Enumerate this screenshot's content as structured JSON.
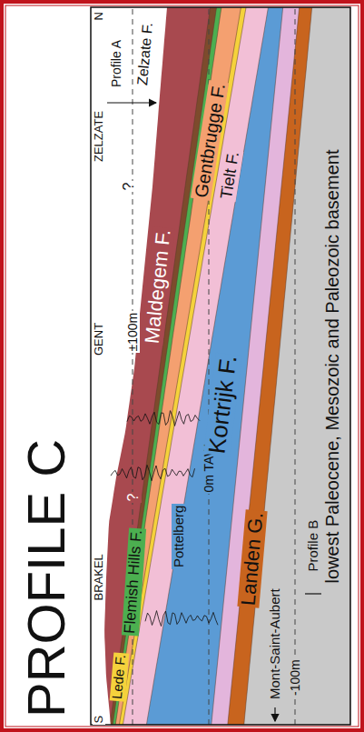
{
  "diagram": {
    "title": "PROFILE C",
    "labels": [
      "S",
      "BRAKEL",
      "GENT",
      "ZELZATE",
      "N",
      "Profile A",
      "Zelzate F.",
      "?",
      "Maldegem F.",
      "?",
      "±100m",
      "Gentbrugge F.",
      "Tielt F.",
      "Flemish Hills F.",
      "Lede F.",
      "Pottelberg",
      "0m TAW",
      "Kortrijk F.",
      "Landen G.",
      "Mont-Saint-Aubert",
      "Profile B",
      "-100m",
      "lowest Paleocene, Mesozoic and Paleozoic basement"
    ]
  }
}
